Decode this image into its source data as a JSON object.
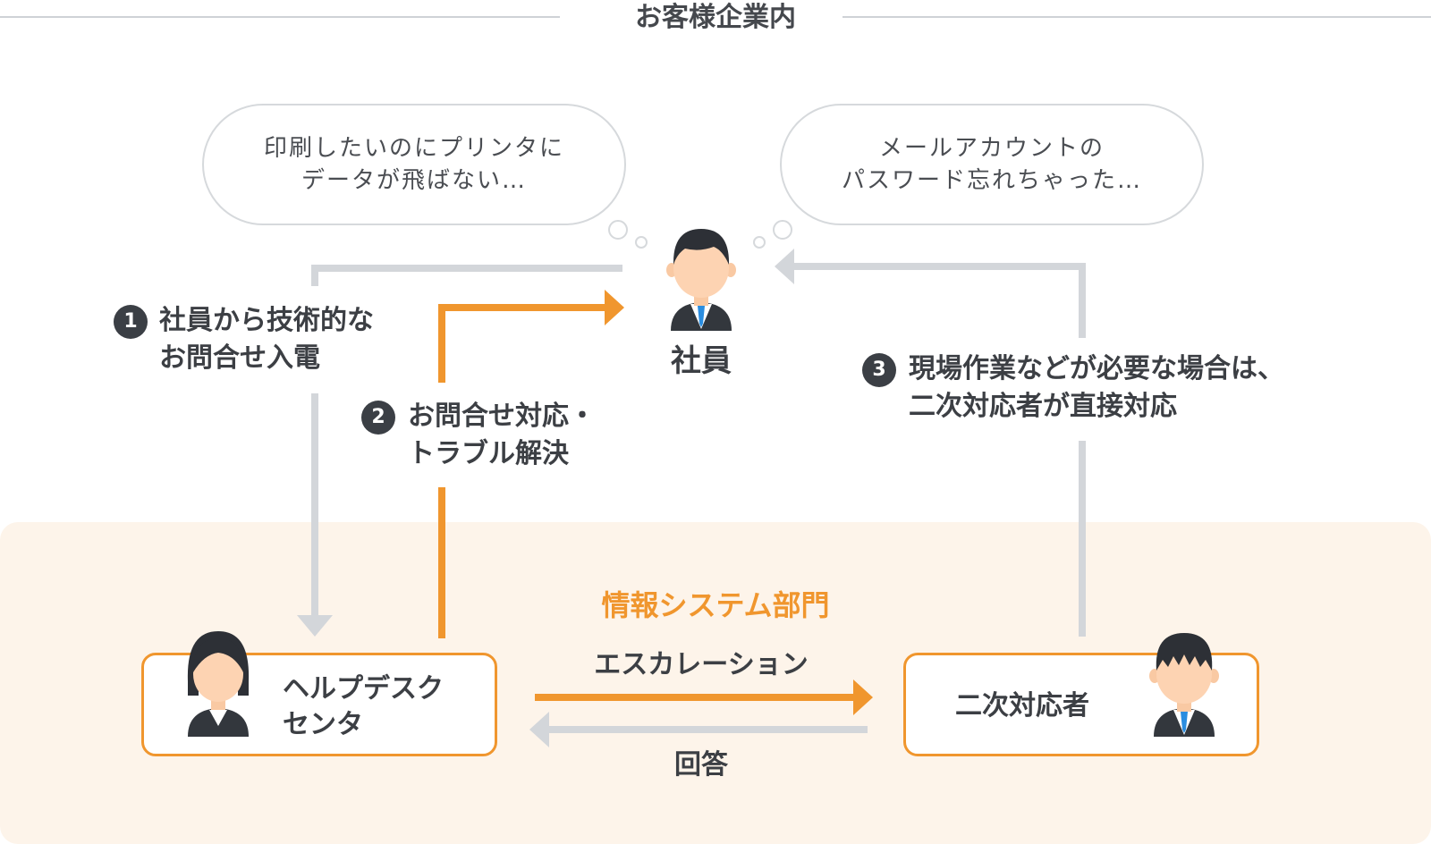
{
  "header": {
    "title": "お客様企業内"
  },
  "bubbles": {
    "left": {
      "line1": "印刷したいのにプリンタに",
      "line2": "データが飛ばない…"
    },
    "right": {
      "line1": "メールアカウントの",
      "line2": "パスワード忘れちゃった…"
    }
  },
  "employee": {
    "label": "社員"
  },
  "steps": [
    {
      "number": "1",
      "line1": "社員から技術的な",
      "line2": "お問合せ入電"
    },
    {
      "number": "2",
      "line1": "お問合せ対応・",
      "line2": "トラブル解決"
    },
    {
      "number": "3",
      "line1": "現場作業などが必要な場合は、",
      "line2": "二次対応者が直接対応"
    }
  ],
  "department": {
    "title": "情報システム部門"
  },
  "helpdesk": {
    "line1": "ヘルプデスク",
    "line2": "センタ"
  },
  "secondary": {
    "label": "二次対応者"
  },
  "flows": {
    "escalation": "エスカレーション",
    "answer": "回答"
  },
  "colors": {
    "accent": "#f0962e",
    "gray_arrow": "#d3d6da",
    "zone_bg": "#fdf4ea",
    "badge": "#3b3f45"
  },
  "icons": [
    "male-employee-icon",
    "female-helpdesk-icon",
    "male-support-icon",
    "thought-dot-icon"
  ]
}
